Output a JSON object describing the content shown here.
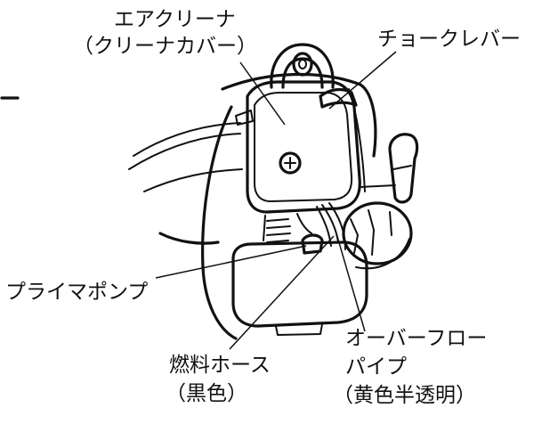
{
  "labels": {
    "air_cleaner": "エアクリーナ",
    "air_cleaner_cover": "（クリーナカバー）",
    "choke_lever": "チョークレバー",
    "primer_pump": "プライマポンプ",
    "fuel_hose": "燃料ホース",
    "fuel_hose_color": "（黒色）",
    "overflow_line1": "オーバーフロー",
    "overflow_line2": "パイプ",
    "overflow_color": "（黄色半透明）"
  },
  "colors": {
    "ink": "#111111",
    "background": "#ffffff"
  }
}
